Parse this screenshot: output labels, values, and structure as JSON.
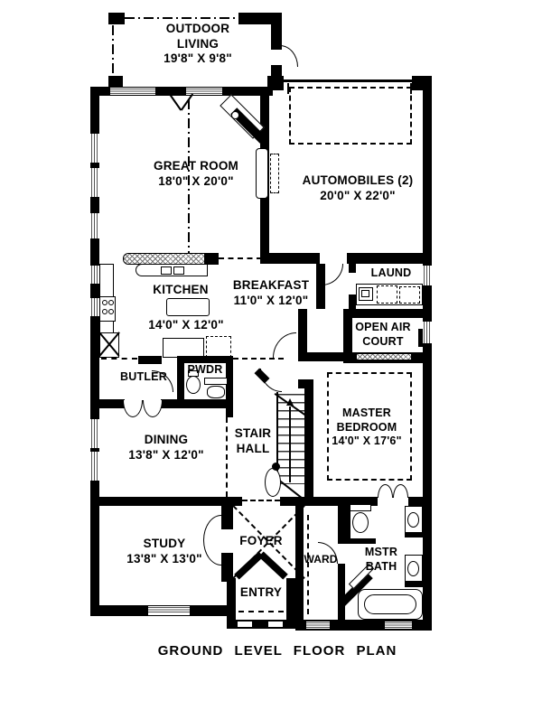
{
  "title": "GROUND LEVEL FLOOR PLAN",
  "colors": {
    "wall": "#000000",
    "background": "#ffffff",
    "window_line": "#555555"
  },
  "rooms": {
    "outdoor_living": {
      "name1": "OUTDOOR",
      "name2": "LIVING",
      "dims": "19'8\" X 9'8\""
    },
    "great_room": {
      "name": "GREAT ROOM",
      "dims": "18'0\" X 20'0\""
    },
    "automobiles": {
      "name": "AUTOMOBILES (2)",
      "dims": "20'0\" X 22'0\""
    },
    "kitchen": {
      "name": "KITCHEN",
      "dims": "14'0\" X 12'0\""
    },
    "breakfast": {
      "name": "BREAKFAST",
      "dims": "11'0\" X 12'0\""
    },
    "laundry": {
      "name": "LAUND"
    },
    "open_air_court": {
      "name1": "OPEN AIR",
      "name2": "COURT"
    },
    "butler": {
      "name": "BUTLER"
    },
    "powder": {
      "name": "PWDR"
    },
    "dining": {
      "name": "DINING",
      "dims": "13'8\" X 12'0\""
    },
    "stair_hall": {
      "name1": "STAIR",
      "name2": "HALL"
    },
    "master_bedroom": {
      "name1": "MASTER",
      "name2": "BEDROOM",
      "dims": "14'0\" X 17'6\""
    },
    "study": {
      "name": "STUDY",
      "dims": "13'8\" X 13'0\""
    },
    "foyer": {
      "name": "FOYER"
    },
    "entry": {
      "name": "ENTRY"
    },
    "wardrobe": {
      "name": "WARD"
    },
    "master_bath": {
      "name1": "MSTR",
      "name2": "BATH"
    }
  }
}
